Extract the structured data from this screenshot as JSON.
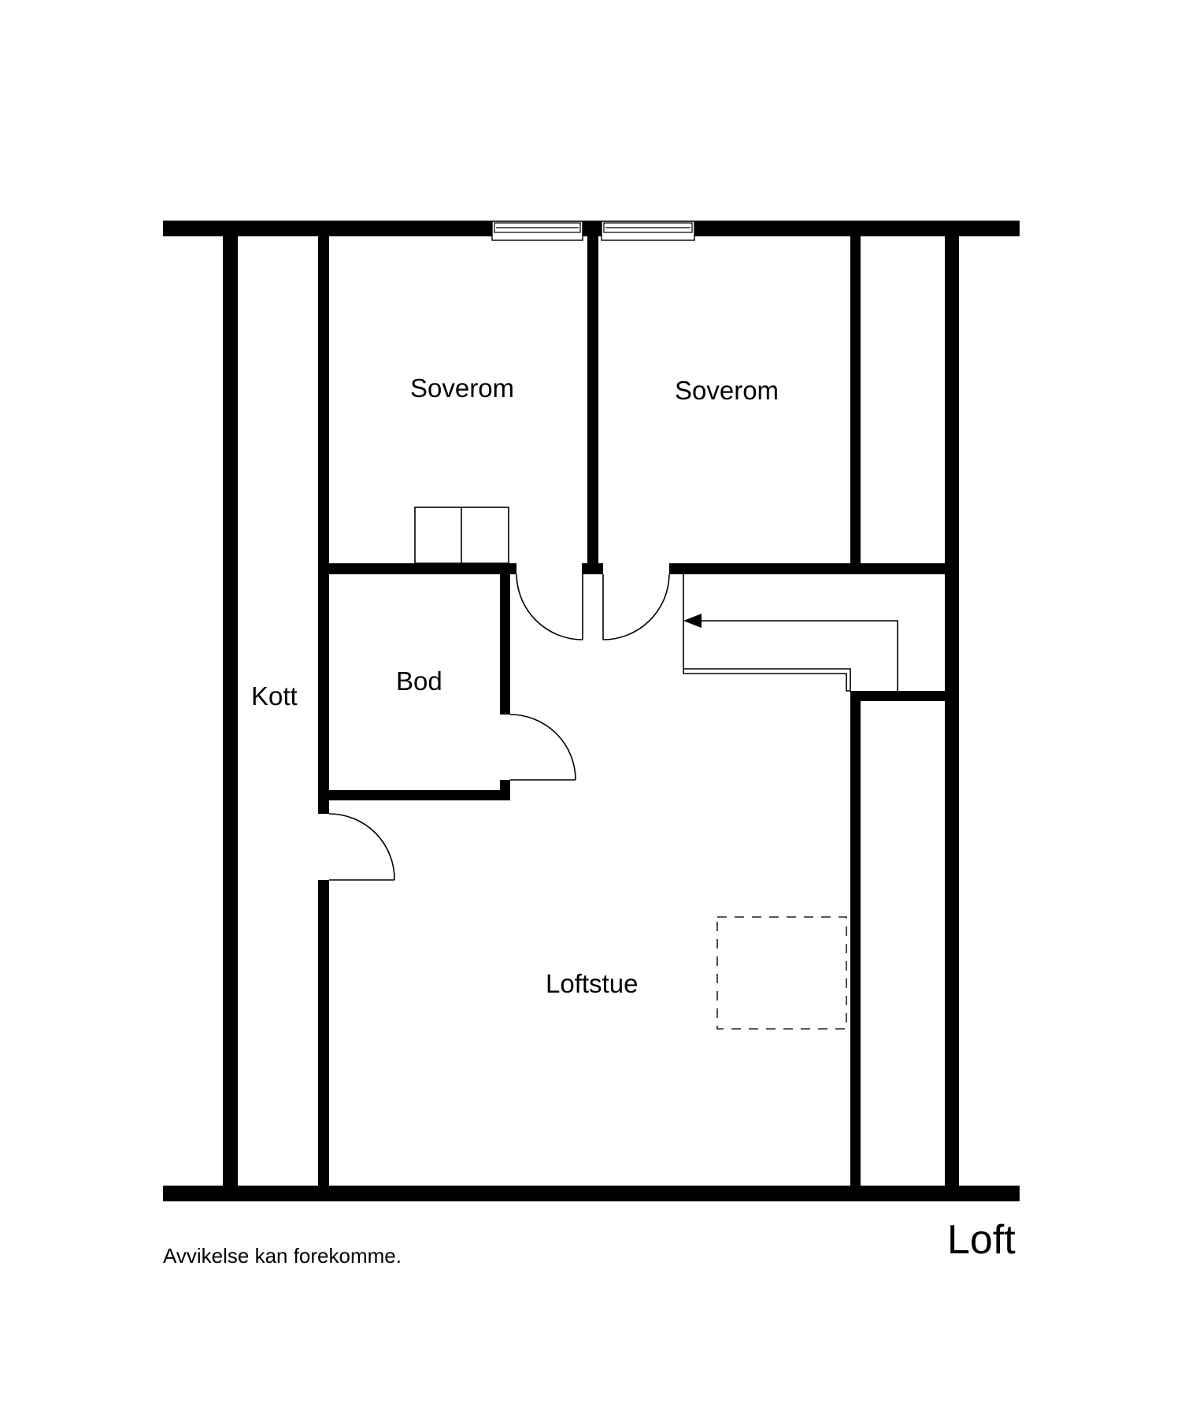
{
  "floor_plan": {
    "title": "Loft",
    "disclaimer": "Avvikelse kan forekomme.",
    "rooms": [
      {
        "name": "Soverom",
        "id": "bedroom-left"
      },
      {
        "name": "Soverom",
        "id": "bedroom-right"
      },
      {
        "name": "Bod",
        "id": "storage"
      },
      {
        "name": "Kott",
        "id": "closet"
      },
      {
        "name": "Loftstue",
        "id": "loft-living-room"
      }
    ],
    "colors": {
      "walls": "#000000",
      "background": "#ffffff"
    }
  }
}
